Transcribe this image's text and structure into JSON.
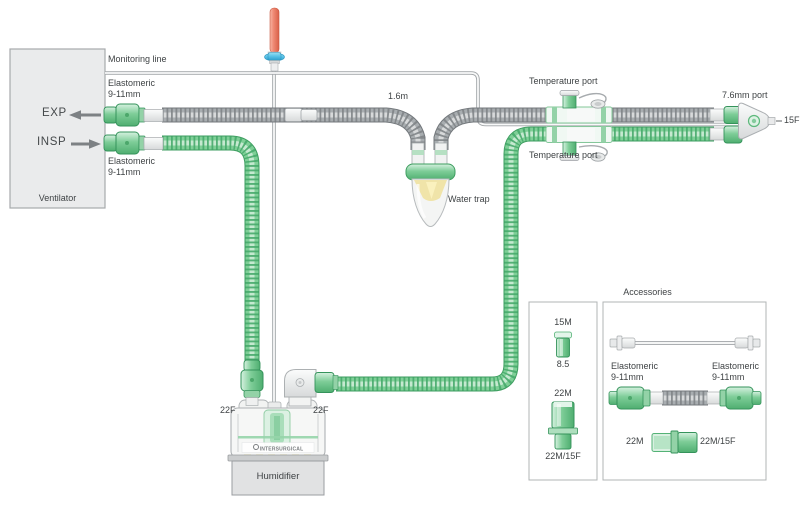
{
  "diagram": {
    "ventilator": {
      "name": "Ventilator",
      "exp": "EXP",
      "insp": "INSP"
    },
    "labels": {
      "monitoring_line": "Monitoring line",
      "elastomeric_exp": "Elastomeric\n9-11mm",
      "elastomeric_insp": "Elastomeric\n9-11mm",
      "tube_length": "1.6m",
      "water_trap": "Water trap",
      "temperature_port_top": "Temperature port",
      "temperature_port_bottom": "Temperature port",
      "port_7_6mm": "7.6mm port",
      "patient_port": "15F",
      "humidifier_port_left": "22F",
      "humidifier_port_right": "22F",
      "humidifier": "Humidifier",
      "humidifier_brand": "INTERSURGICAL"
    },
    "accessories": {
      "title": "Accessories",
      "left_box": {
        "connector_top_label": "15M",
        "connector_bottom_label": "8.5",
        "adapter_top_label": "22M",
        "adapter_bottom_label": "22M/15F"
      },
      "right_box": {
        "elastomeric_left": "Elastomeric\n9-11mm",
        "elastomeric_right": "Elastomeric\n9-11mm",
        "adapter_left_label": "22M",
        "adapter_right_label": "22M/15F"
      }
    },
    "colors": {
      "tube_green": "#7FCF97",
      "tube_grey": "#A8ADB0",
      "connector_green": "#7ECD98",
      "spike_red": "#EF8973",
      "valve_blue": "#55C0E6",
      "trap_glow_yellow": "#F0E29B"
    }
  }
}
